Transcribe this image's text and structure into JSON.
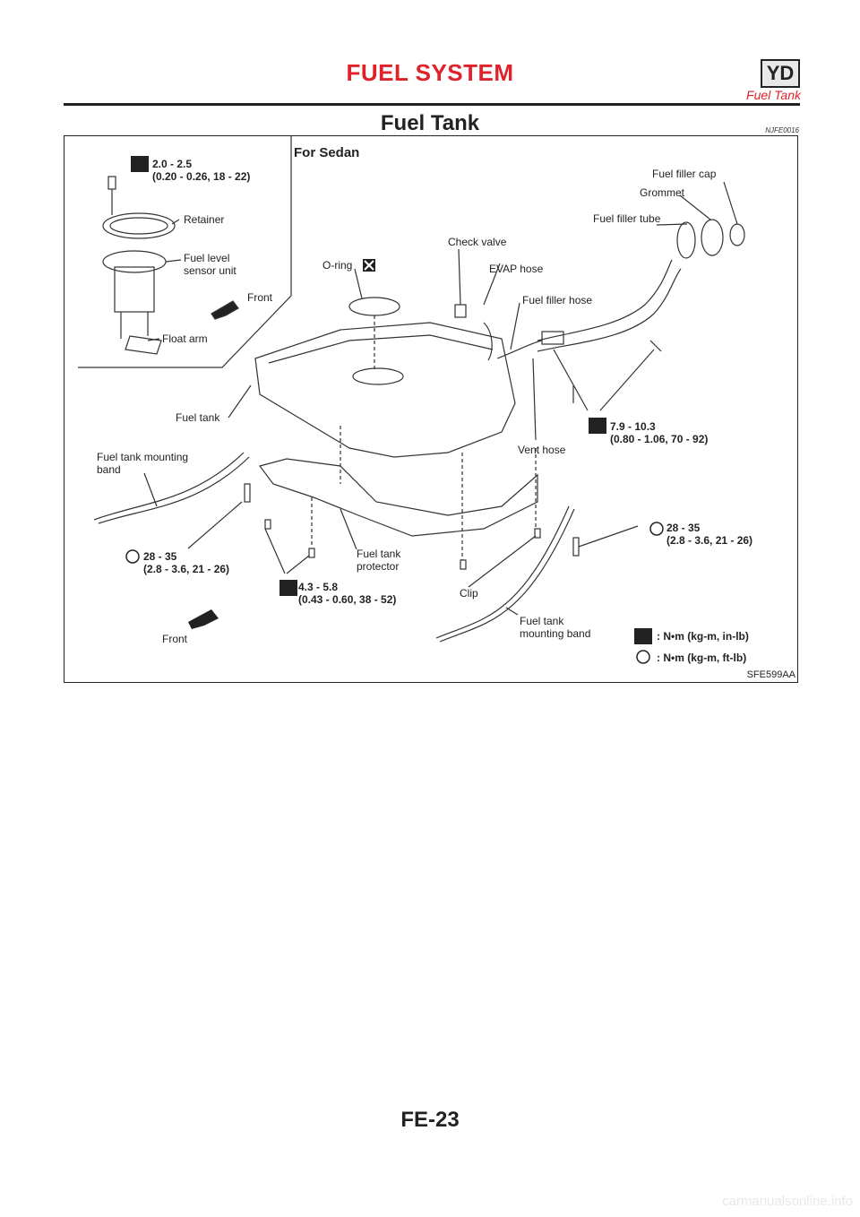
{
  "header": {
    "section_title": "FUEL SYSTEM",
    "engine_code": "YD",
    "subtitle": "Fuel Tank"
  },
  "section": {
    "title": "Fuel Tank",
    "code": "NJFE0016"
  },
  "figure": {
    "variant_title": "For Sedan",
    "figure_id": "SFE599AA",
    "labels": {
      "torque_top": "2.0 - 2.5\n(0.20 - 0.26, 18 - 22)",
      "retainer": "Retainer",
      "fuel_level_sensor": "Fuel level\nsensor unit",
      "front_inset": "Front",
      "float_arm": "Float arm",
      "o_ring": "O-ring",
      "check_valve": "Check valve",
      "evap_hose": "EVAP hose",
      "fuel_filler_cap": "Fuel filler cap",
      "grommet": "Grommet",
      "fuel_filler_tube": "Fuel filler tube",
      "fuel_filler_hose": "Fuel filler hose",
      "fuel_tank": "Fuel tank",
      "vent_hose": "Vent hose",
      "torque_filler": "7.9 - 10.3\n(0.80 - 1.06, 70 - 92)",
      "mounting_band_left": "Fuel tank mounting\nband",
      "torque_band_left": "28 - 35\n(2.8 - 3.6, 21 - 26)",
      "torque_protector": "4.3 - 5.8\n(0.43 - 0.60, 38 - 52)",
      "fuel_tank_protector": "Fuel tank\nprotector",
      "clip": "Clip",
      "torque_band_right": "28 - 35\n(2.8 - 3.6, 21 - 26)",
      "mounting_band_right": "Fuel tank\nmounting band",
      "front_main": "Front",
      "legend_in_lb": ": N•m (kg-m, in-lb)",
      "legend_ft_lb": ": N•m (kg-m, ft-lb)"
    }
  },
  "footer": {
    "page_number": "FE-23",
    "watermark": "carmanualsonline.info"
  }
}
